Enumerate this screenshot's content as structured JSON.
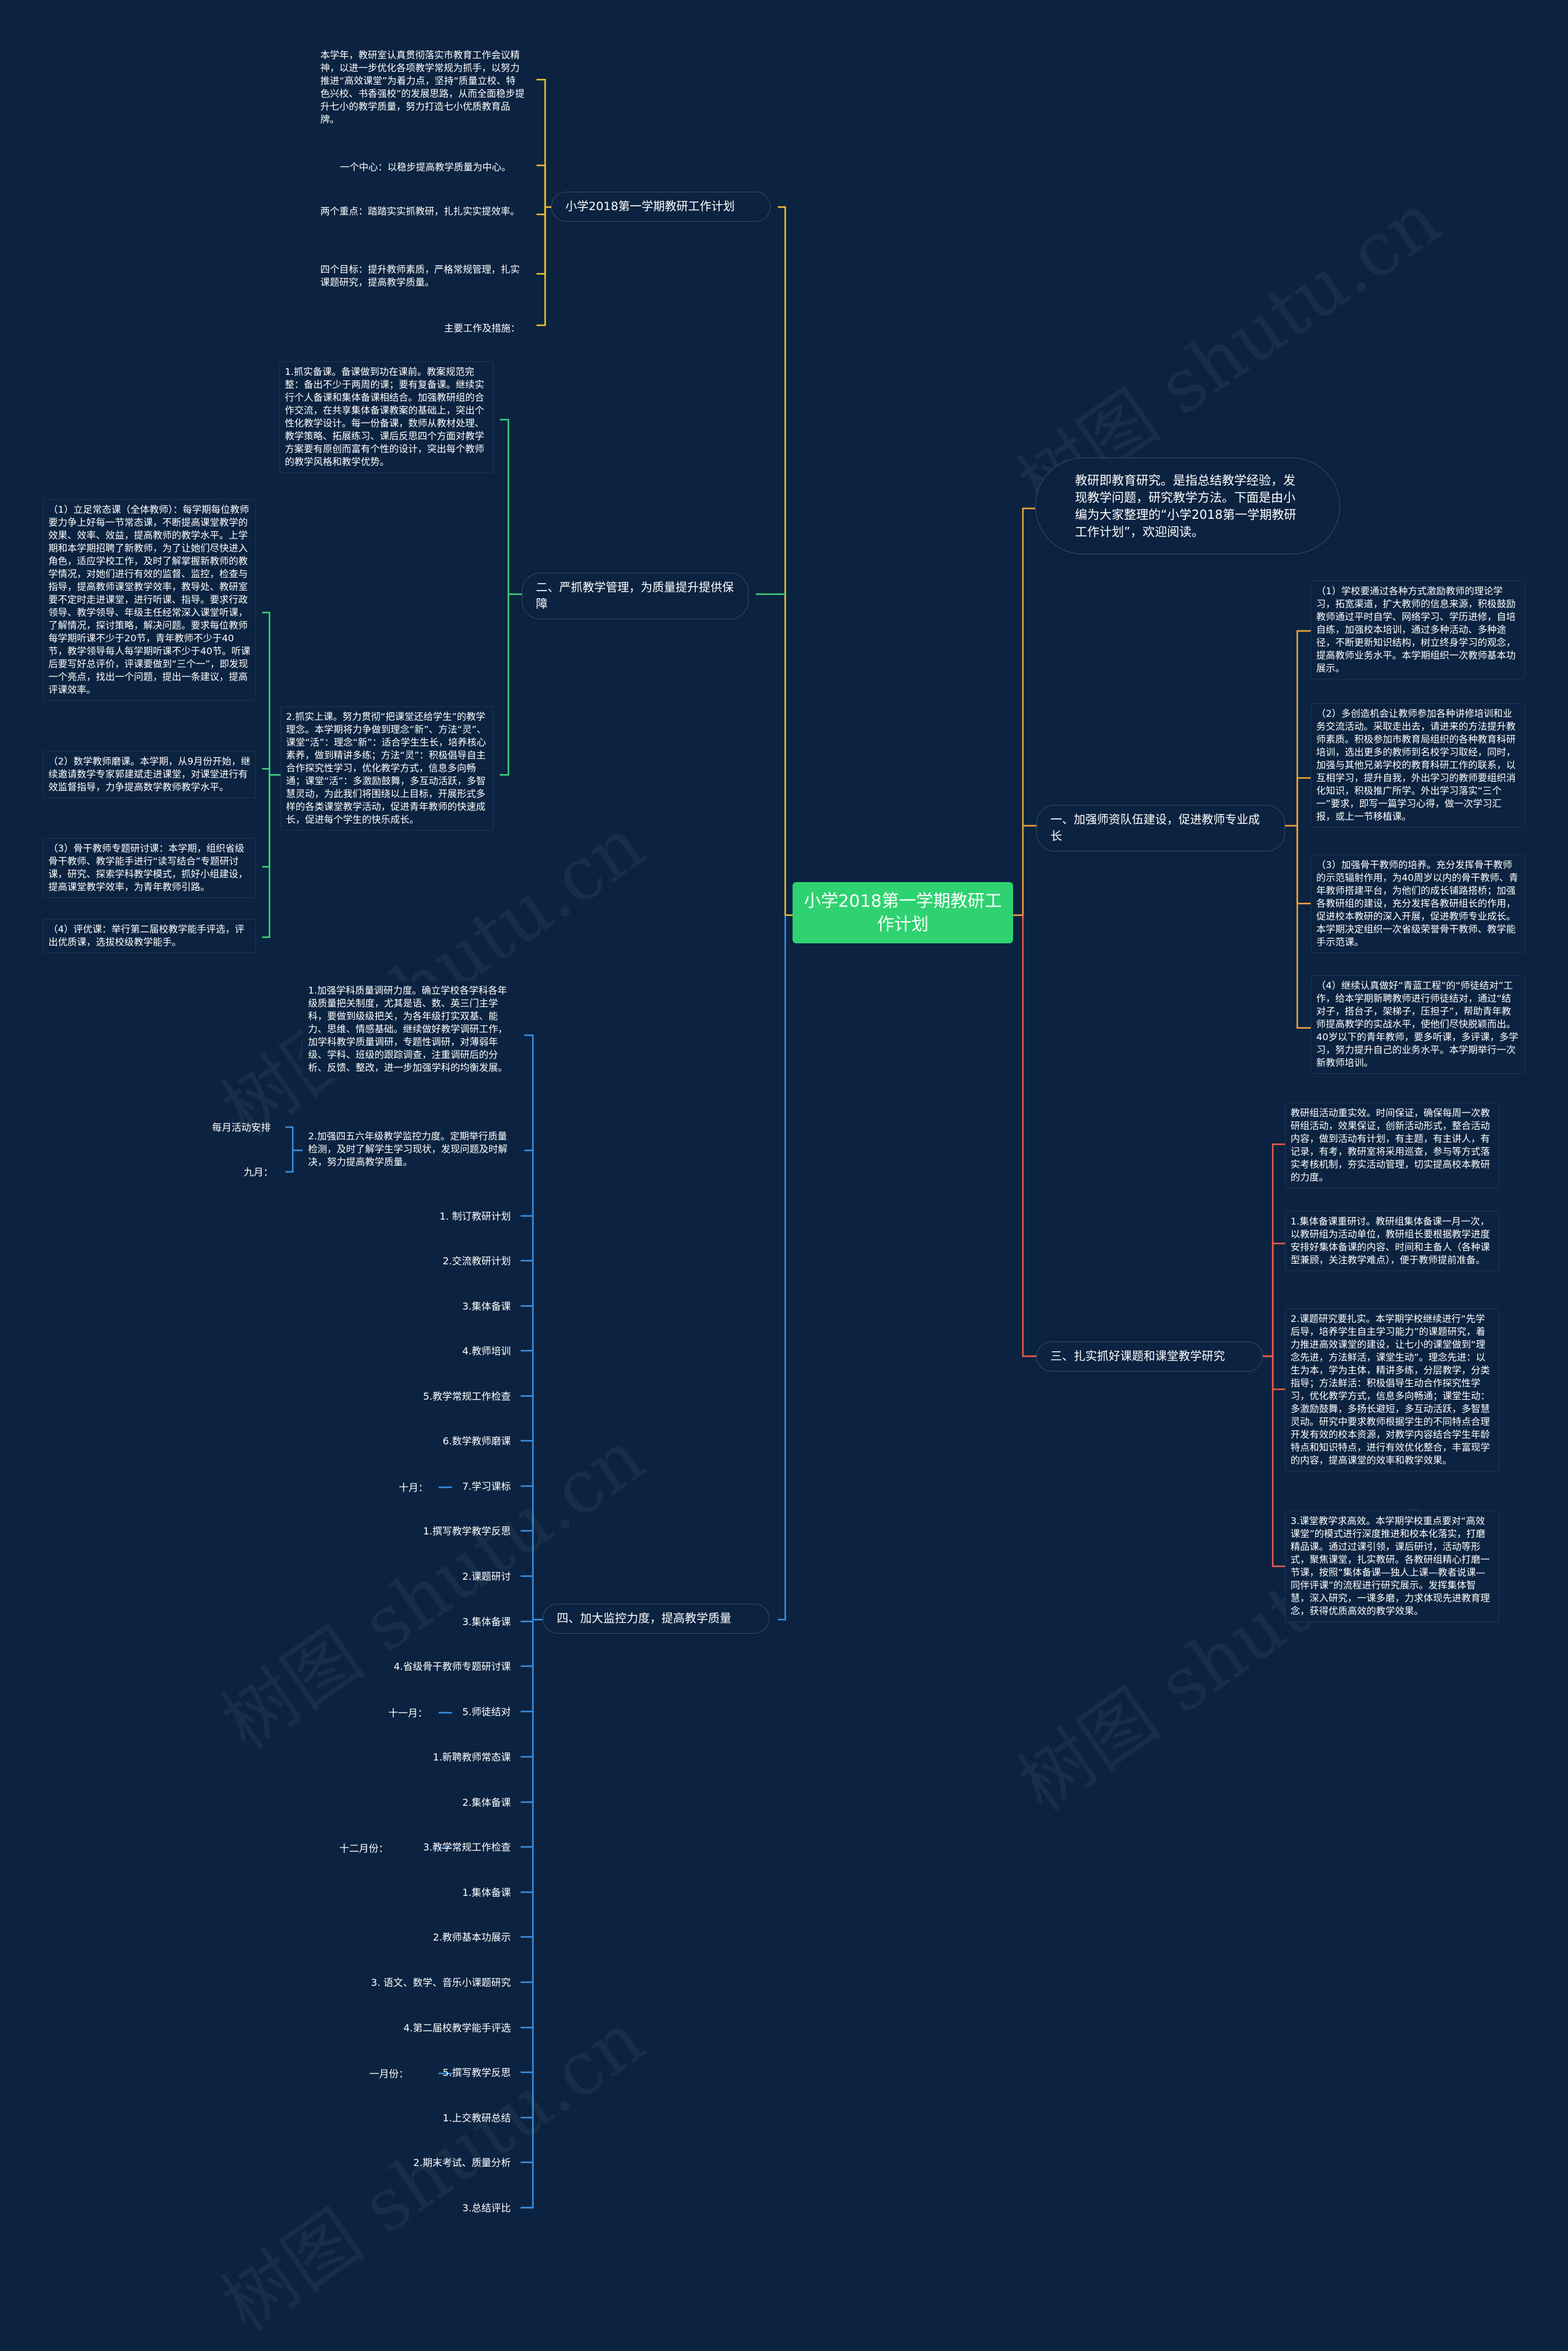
{
  "watermark": "树图 shutu.cn",
  "colors": {
    "background": "#0b2340",
    "root": "#2fd271",
    "branch1": "#f2c230",
    "branch2": "#3fd27a",
    "branch3": "#3b8fe0",
    "branch4": "#f3a23a",
    "branch5": "#ee5b4a"
  },
  "root": "小学2018第一学期教研工作计划",
  "intro": "教研即教育研究。是指总结教学经验，发现教学问题，研究教学方法。下面是由小编为大家整理的“小学2018第一学期教研工作计划”，欢迎阅读。",
  "b1": {
    "title": "小学2018第一学期教研工作计划",
    "items": [
      "本学年，教研室认真贯彻落实市教育工作会议精神，以进一步优化各项教学常规为抓手，以努力推进“高效课堂”为着力点，坚持“质量立校、特色兴校、书香强校”的发展思路，从而全面稳步提升七小的教学质量，努力打造七小优质教育品牌。",
      "一个中心：以稳步提高教学质量为中心。",
      "两个重点：踏踏实实抓教研，扎扎实实提效率。",
      "四个目标：提升教师素质，严格常规管理，扎实课题研究，提高教学质量。",
      "主要工作及措施："
    ]
  },
  "b2": {
    "title": "二、严抓教学管理，为质量提升提供保障",
    "item1": "1.抓实备课。备课做到功在课前。教案规范完整：备出不少于两周的课；要有复备课。继续实行个人备课和集体备课相结合。加强教研组的合作交流，在共享集体备课教案的基础上，突出个性化教学设计。每一份备课，数师从教材处理、教学策略、拓展练习、课后反思四个方面对教学方案要有原创而富有个性的设计，突出每个教师的教学风格和教学优势。",
    "item2": "2.抓实上课。努力贯彻“把课堂还给学生”的教学理念。本学期将力争做到理念“新”、方法“灵”、课堂“活”：理念“新”：适合学生生长，培养核心素养，做到精讲多练；方法“灵”：积极倡导自主合作探究性学习，优化教学方式，信息多向畅通；课堂“活”：多激励鼓舞，多互动活跃，多智慧灵动，为此我们将围绕以上目标，开展形式多样的各类课堂教学活动，促进青年教师的快速成长，促进每个学生的快乐成长。",
    "sub": [
      "（1）立足常态课（全体教师）：每学期每位教师要力争上好每一节常态课，不断提高课堂教学的效果、效率、效益，提高教师的教学水平。上学期和本学期招聘了新教师，为了让她们尽快进入角色，适应学校工作，及时了解掌握新教师的教学情况，对她们进行有效的监督、监控，检查与指导，提高教师课堂教学效率，教导处、教研室要不定时走进课堂，进行听课、指导。要求行政领导、教学领导、年级主任经常深入课堂听课，了解情况，探讨策略，解决问题。要求每位教师每学期听课不少于20节，青年教师不少于40节，教学领导每人每学期听课不少于40节。听课后要写好总评价，评课要做到“三个一”，即发现一个亮点，找出一个问题，提出一条建议，提高评课效率。",
      "（2）数学教师磨课。本学期，从9月份开始，继续邀请数学专家郭建斌走进课堂，对课堂进行有效监督指导，力争提高数学教师教学水平。",
      "（3）骨干教师专题研讨课：本学期，组织省级骨干教师、教学能手进行“读写结合”专题研讨课，研究、探索学科教学模式，抓好小组建设，提高课堂教学效率，为青年教师引路。",
      "（4）评优课：举行第二届校教学能手评选，评出优质课，选拔校级教学能手。"
    ]
  },
  "b3": {
    "title": "四、加大监控力度，提高教学质量",
    "item1": "1.加强学科质量调研力度。确立学校各学科各年级质量把关制度，尤其是语、数、英三门主学科，要做到级级把关，为各年级打实双基、能力、思维、情感基础。继续做好教学调研工作，加学科教学质量调研，专题性调研，对薄弱年级、学科、班级的跟踪调查，注重调研后的分析、反馈、整改，进一步加强学科的均衡发展。",
    "item2": "2.加强四五六年级教学监控力度。定期举行质量检测，及时了解学生学习现状，发现问题及时解决，努力提高教学质量。",
    "item2_labels": [
      "每月活动安排",
      "九月："
    ],
    "months": [
      "十月：",
      "十一月：",
      "十二月份：",
      "一月份："
    ],
    "schedule": [
      "1. 制订教研计划",
      "2.交流教研计划",
      "3.集体备课",
      "4.教师培训",
      "5.教学常规工作检查",
      "6.数学教师磨课",
      "7.学习课标",
      "1.撰写教学教学反思",
      "2.课题研讨",
      "3.集体备课",
      "4.省级骨干教师专题研讨课",
      "5.师徒结对",
      "1.新聘教师常态课",
      "2.集体备课",
      "3.教学常规工作检查",
      "1.集体备课",
      "2.教师基本功展示",
      "3. 语文、数学、音乐小课题研究",
      "4.第二届校教学能手评选",
      "5.撰写教学反思",
      "1.上交教研总结",
      "2.期末考试、质量分析",
      "3.总结评比"
    ]
  },
  "b4": {
    "title": "一、加强师资队伍建设，促进教师专业成长",
    "items": [
      "（1）学校要通过各种方式激励教师的理论学习，拓宽渠道，扩大教师的信息来源，积极鼓励教师通过平时自学、网络学习、学历进修，自培自练，加强校本培训，通过多种活动、多种途径，不断更新知识结构，树立终身学习的观念，提高教师业务水平。本学期组织一次教师基本功展示。",
      "（2）多创造机会让教师参加各种讲修培训和业务交流活动。采取走出去，请进来的方法提升教师素质。积极参加市教育局组织的各种教育科研培训，选出更多的教师到名校学习取经，同时，加强与其他兄弟学校的教育科研工作的联系，以互相学习，提升自我，外出学习的教师要组织消化知识，积极推广所学。外出学习落实“三个一”要求，即写一篇学习心得，做一次学习汇报，或上一节移植课。",
      "（3）加强骨干教师的培养。充分发挥骨干教师的示范辐射作用，为40周岁以内的骨干教师、青年教师搭建平台，为他们的成长铺路搭桥；加强各教研组的建设，充分发挥各教研组长的作用，促进校本教研的深入开展，促进教师专业成长。本学期决定组织一次省级荣誉骨干教师、教学能手示范课。",
      "（4）继续认真做好“青蓝工程”的“师徒结对”工作，给本学期新聘教师进行师徒结对，通过“结对子，搭台子，架梯子，压担子”，帮助青年教师提高教学的实战水平，使他们尽快脱颖而出。40岁以下的青年教师，要多听课，多评课，多学习，努力提升自己的业务水平。本学期举行一次新教师培训。"
    ]
  },
  "b5": {
    "title": "三、扎实抓好课题和课堂教学研究",
    "items": [
      "教研组活动重实效。时间保证，确保每周一次教研组活动，效果保证，创新活动形式，整合活动内容，做到活动有计划，有主题，有主讲人，有记录，有考，教研室将采用巡查，参与等方式落实考核机制，夯实活动管理，切实提高校本教研的力度。",
      "1.集体备课重研讨。教研组集体备课一月一次，以教研组为活动单位，教研组长要根据教学进度安排好集体备课的内容、时间和主备人（各种课型兼顾，关注教学难点），便于教师提前准备。",
      "2.课题研究要扎实。本学期学校继续进行“先学后导，培养学生自主学习能力”的课题研究，着力推进高效课堂的建设，让七小的课堂做到“理念先进，方法鲜活，课堂生动”。理念先进：以生为本，学为主体，精讲多练，分层教学，分类指导；方法鲜活：积极倡导生动合作探究性学习，优化教学方式，信息多向畅通；课堂生动：多激励鼓舞，多扬长避短，多互动活跃，多智慧灵动。研究中要求教师根据学生的不同特点合理开发有效的校本资源，对教学内容结合学生年龄特点和知识特点，进行有效优化整合，丰富现学的内容，提高课堂的效率和教学效果。",
      "3.课堂教学求高效。本学期学校重点要对“高效课堂”的模式进行深度推进和校本化落实，打磨精品课。通过过课引领，课后研讨，活动等形式，聚焦课堂，扎实教研。各教研组精心打磨一节课，按照“集体备课—独人上课—教者说课—同伴评课”的流程进行研究展示。发挥集体智慧，深入研究，一课多磨，力求体现先进教育理念，获得优质高效的教学效果。"
    ]
  }
}
